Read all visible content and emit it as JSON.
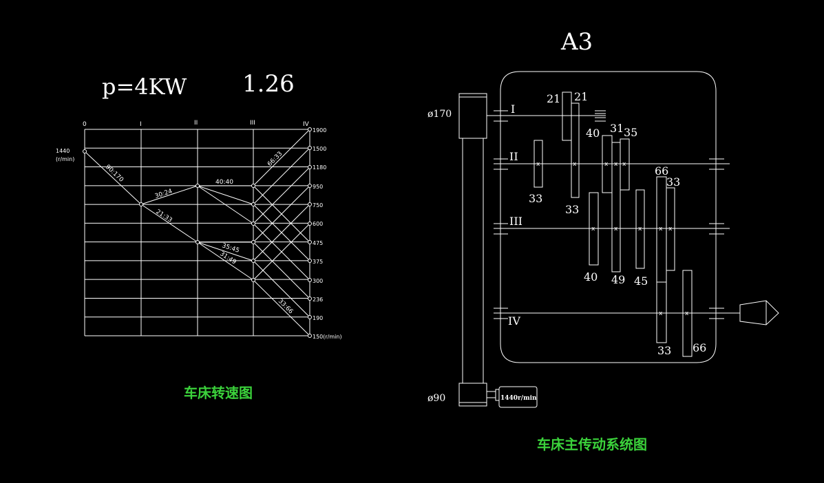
{
  "speed_chart": {
    "power_label": "p=4KW",
    "ratio_label": "1.26",
    "caption": "车床转速图",
    "axes": [
      "0",
      "I",
      "II",
      "III",
      "IV"
    ],
    "input_speed": "1440",
    "input_unit": "(r/min)",
    "speeds": [
      "1900",
      "1500",
      "1180",
      "950",
      "750",
      "600",
      "475",
      "375",
      "300",
      "236",
      "190",
      "150(r/min)"
    ],
    "ratios": {
      "belt": "90:170",
      "r_30_24": "30:24",
      "r_21_33": "21:33",
      "r_40_40": "40:40",
      "r_35_45": "35:45",
      "r_31_49": "31:49",
      "r_66_33": "66:33",
      "r_33_66": "33:66"
    }
  },
  "transmission": {
    "title": "A3",
    "caption": "车床主传动系统图",
    "pulley_top": "ø170",
    "pulley_bottom": "ø90",
    "motor_label": "1440r/min",
    "shafts": [
      "I",
      "II",
      "III",
      "IV"
    ],
    "gears": {
      "g21a": "21",
      "g21b": "21",
      "g40_top": "40",
      "g31": "31",
      "g35": "35",
      "g33_left": "33",
      "g33_mid": "33",
      "g40_bot": "40",
      "g49": "49",
      "g45": "45",
      "g66_top": "66",
      "g33_top": "33",
      "g33_bot": "33",
      "g66_bot": "66"
    }
  }
}
